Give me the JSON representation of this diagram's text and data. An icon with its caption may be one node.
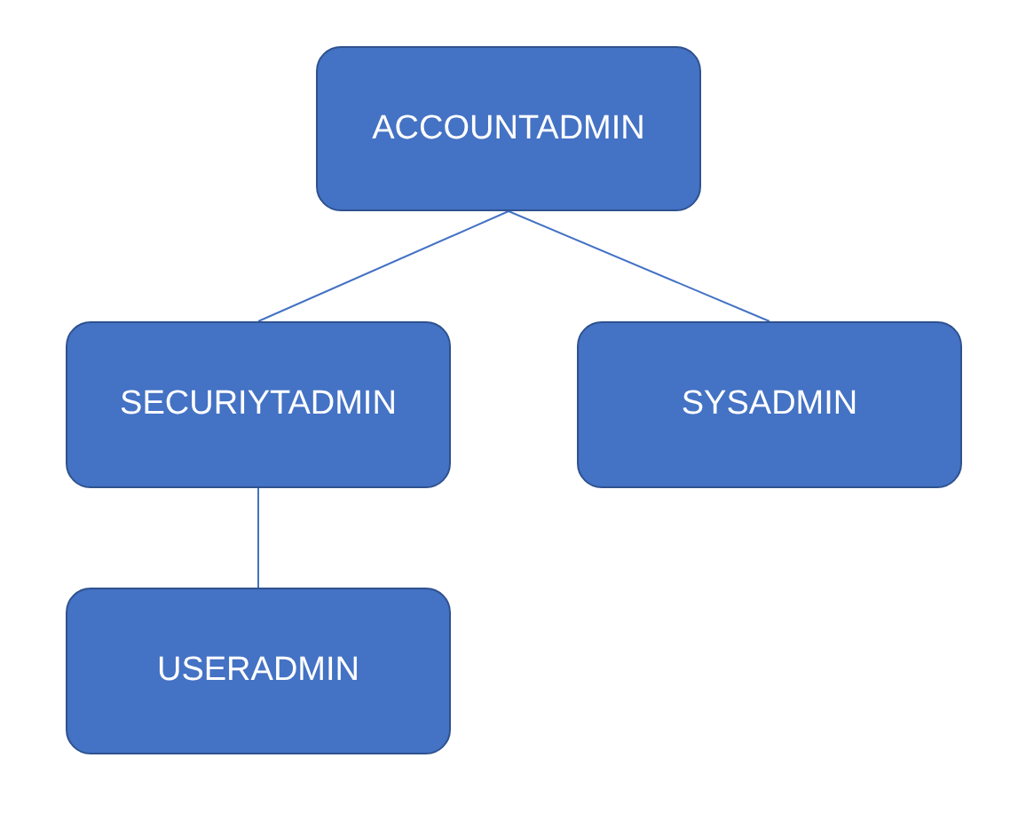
{
  "diagram": {
    "nodes": [
      {
        "text": [
          "ACCOUNTADMIN"
        ]
      },
      {
        "text": [
          "SECURIYTADMIN"
        ]
      },
      {
        "text": [
          "SYSADMIN"
        ]
      },
      {
        "text": [
          "USERADMIN"
        ]
      }
    ],
    "edges": [
      {
        "from": 0,
        "to": 1,
        "arrow": "none"
      },
      {
        "from": 0,
        "to": 2,
        "arrow": "none"
      },
      {
        "from": 1,
        "to": 3,
        "arrow": "none"
      }
    ]
  }
}
